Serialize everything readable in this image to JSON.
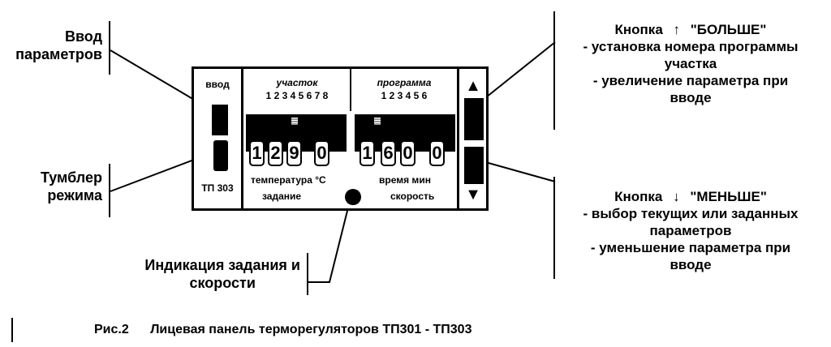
{
  "callouts": {
    "vvod_parametrov": [
      "Ввод",
      "параметров"
    ],
    "tumbler_rezhima": [
      "Тумблер",
      "режима"
    ],
    "indikaciya": [
      "Индикация задания и",
      "скорости"
    ],
    "knopka_bolshe": {
      "title": "Кнопка",
      "arrow": "↑",
      "name": "\"БОЛЬШЕ\"",
      "lines": [
        "- установка номера программы",
        "участка",
        "- увеличение параметра  при",
        "вводе"
      ]
    },
    "knopka_menshe": {
      "title": "Кнопка",
      "arrow": "↓",
      "name": "\"МЕНЬШЕ\"",
      "lines": [
        "- выбор текущих или заданных",
        "параметров",
        "- уменьшение параметра при",
        "вводе"
      ]
    }
  },
  "panel": {
    "vvod_label": "ввод",
    "model_label": "ТП 303",
    "uchastok_label": "участок",
    "uchastok_numbers": "1 2 3 4 5 6 7 8",
    "programma_label": "программа",
    "programma_numbers": "1  2  3  4  5  6",
    "display_left_digits": [
      "1",
      "2",
      "9",
      "0"
    ],
    "display_right_digits": [
      "1",
      "6",
      "0",
      "0"
    ],
    "temperatura_label": "температура °С",
    "zadanie_label": "задание",
    "vremya_label": "время  мин",
    "skorost_label": "скорость",
    "up_arrow": "▲",
    "down_arrow": "▼"
  },
  "caption": {
    "number": "Рис.2",
    "text": "Лицевая панель терморегуляторов ТП301 - ТП303"
  }
}
